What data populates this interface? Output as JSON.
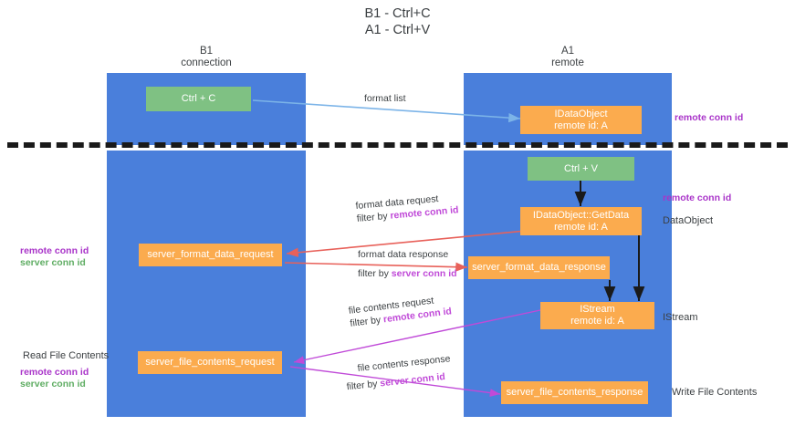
{
  "title": {
    "line1": "B1 - Ctrl+C",
    "line2": "A1 - Ctrl+V"
  },
  "columns": [
    {
      "name": "b1",
      "line1": "B1",
      "line2": "connection"
    },
    {
      "name": "a1",
      "line1": "A1",
      "line2": "remote"
    }
  ],
  "nodes": {
    "ctrl_c": {
      "label": "Ctrl + C",
      "sub": ""
    },
    "ole_dataobject": {
      "label": "IDataObject",
      "sub": "remote id: A"
    },
    "ctrl_v": {
      "label": "Ctrl + V",
      "sub": ""
    },
    "getdata": {
      "label": "IDataObject::GetData",
      "sub": "remote id: A"
    },
    "fmt_request": {
      "label": "server_format_data_request",
      "sub": ""
    },
    "fmt_response": {
      "label": "server_format_data_response",
      "sub": ""
    },
    "istream": {
      "label": "IStream",
      "sub": "remote id: A"
    },
    "file_request": {
      "label": "server_file_contents_request",
      "sub": ""
    },
    "file_response": {
      "label": "server_file_contents_response",
      "sub": ""
    }
  },
  "edge_labels": {
    "format_list": {
      "line1": "format list",
      "line2": "",
      "filter": ""
    },
    "format_data_request": {
      "line1": "format data request",
      "line2": "filter by ",
      "filter": "remote conn id"
    },
    "format_data_response": {
      "line1": "format data response",
      "line2": "filter by ",
      "filter": "server conn id"
    },
    "file_contents_request": {
      "line1": "file contents request",
      "line2": "filter by ",
      "filter": "remote conn id"
    },
    "file_contents_response": {
      "line1": "file contents response",
      "line2": "filter by ",
      "filter": "server conn id"
    }
  },
  "annotations": {
    "right_top_conn": "remote conn id",
    "right_mid_conn": "remote conn id",
    "right_dataobject": "DataObject",
    "right_istream": "IStream",
    "right_write_file": "Write File Contents",
    "left_remote_conn": "remote conn id",
    "left_server_conn": "server conn id",
    "left_read_file": "Read File Contents",
    "left_remote_conn2": "remote conn id",
    "left_server_conn2": "server conn id"
  },
  "colors": {
    "lane": "#4a7fdb",
    "green_node": "#7fc183",
    "orange_node": "#fbab4e",
    "purple_text": "#a934c9",
    "green_text": "#5fad63",
    "blue_arrow": "#7cb4e8",
    "red_arrow": "#e8615a",
    "magenta_arrow": "#c04ad8",
    "dark_arrow": "#1a1a1a"
  }
}
